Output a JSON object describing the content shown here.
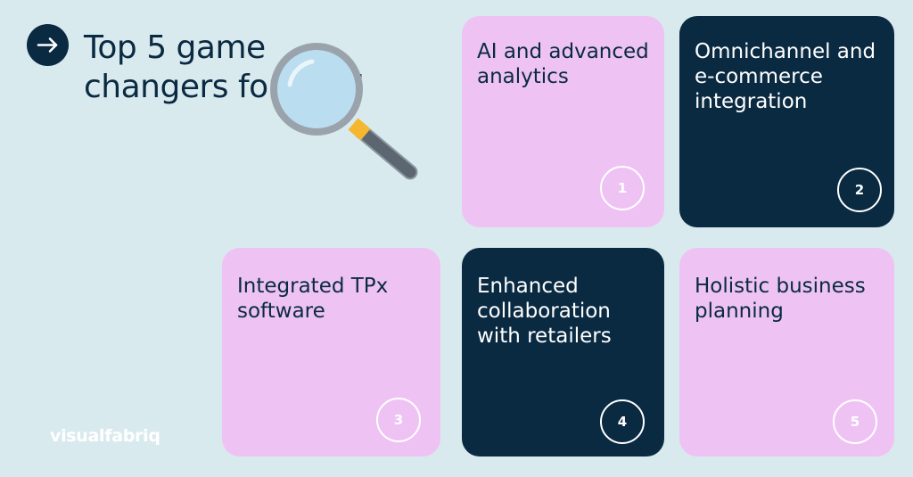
{
  "header": {
    "title": "Top 5 game changers for RGM",
    "arrow_icon": "arrow-right-icon",
    "illustration_icon": "magnifying-glass-icon"
  },
  "cards": [
    {
      "text": "AI and advanced analytics",
      "number": "1",
      "style": "pink"
    },
    {
      "text": "Omnichannel and e-commerce integration",
      "number": "2",
      "style": "navy"
    },
    {
      "text": "Integrated TPx software",
      "number": "3",
      "style": "pink"
    },
    {
      "text": "Enhanced collaboration with retailers",
      "number": "4",
      "style": "navy"
    },
    {
      "text": "Holistic business planning",
      "number": "5",
      "style": "pink"
    }
  ],
  "brand": {
    "logo_text": "visualfabriq"
  },
  "colors": {
    "background": "#d9eaee",
    "navy": "#0a2a42",
    "pink": "#eec3f4",
    "magnifier_handle": "#5c6670",
    "magnifier_lens": "#bfe8fb",
    "magnifier_collar": "#f5b730"
  }
}
